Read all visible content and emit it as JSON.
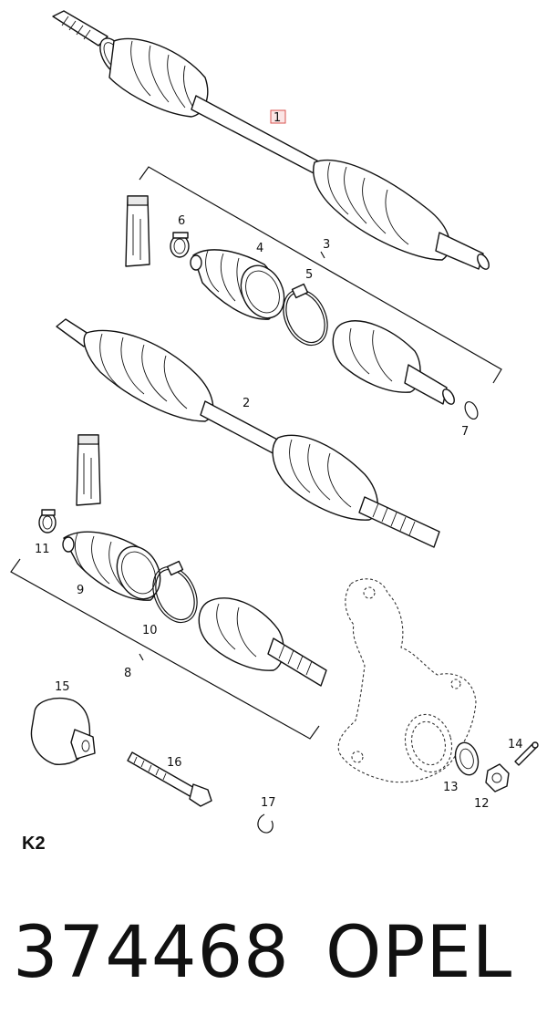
{
  "diagram": {
    "section_code": "K2",
    "callouts": [
      "1",
      "2",
      "3",
      "4",
      "5",
      "6",
      "7",
      "8",
      "9",
      "10",
      "11",
      "12",
      "13",
      "14",
      "15",
      "16",
      "17"
    ],
    "highlight_color": "#d9534f"
  },
  "footer": {
    "part_number": "374468",
    "brand": "OPEL"
  }
}
